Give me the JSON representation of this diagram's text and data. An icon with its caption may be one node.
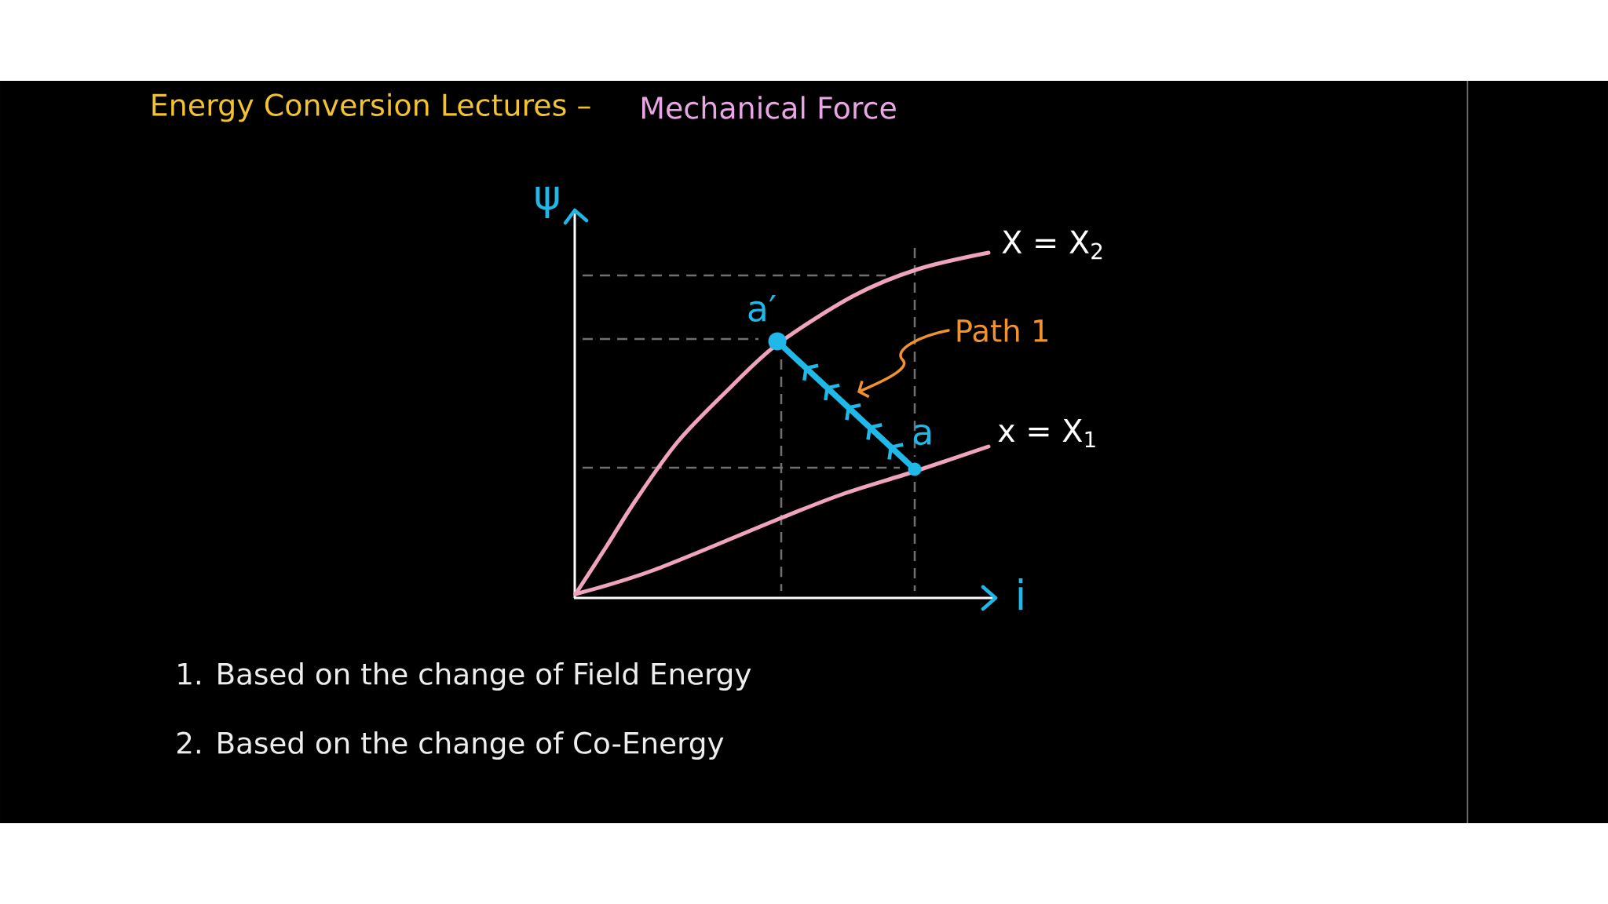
{
  "diagram": {
    "title": "Energy Conversion Lectures –",
    "nodes": [
      {
        "text": [],
        "shape": "circle",
        "beside": [
          "a"
        ]
      },
      {
        "text": [],
        "shape": "circle",
        "beside": [
          "a′"
        ]
      },
      {
        "text": [
          "Path 1"
        ]
      }
    ],
    "edges": [
      {
        "from": 0,
        "to": 1,
        "arrow": "to",
        "style": "thick",
        "color": "#1fb8e8"
      },
      {
        "from": 2,
        "to": null,
        "arrow": "to",
        "color": "#f0922e"
      }
    ],
    "labels": [
      "Mechanical Force",
      "ψ",
      "X = X$_{2}$",
      "x = X$_{1}$",
      "i",
      "1. Based on the change of Field Energy",
      "2. Based on the change of Co-Energy"
    ]
  }
}
